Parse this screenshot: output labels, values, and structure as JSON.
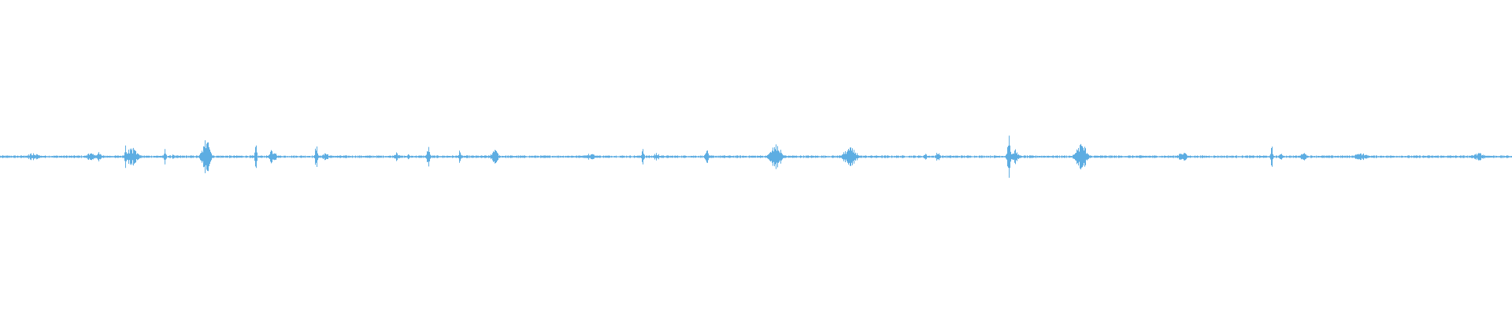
{
  "waveform": {
    "color": "#5dade2",
    "background": "#ffffff",
    "bursts": [
      {
        "t": 0.022,
        "w": 0.012,
        "a": 0.012
      },
      {
        "t": 0.06,
        "w": 0.008,
        "a": 0.014
      },
      {
        "t": 0.065,
        "w": 0.004,
        "a": 0.02
      },
      {
        "t": 0.083,
        "w": 0.002,
        "a": 0.045
      },
      {
        "t": 0.087,
        "w": 0.01,
        "a": 0.03
      },
      {
        "t": 0.109,
        "w": 0.002,
        "a": 0.03
      },
      {
        "t": 0.114,
        "w": 0.002,
        "a": 0.012
      },
      {
        "t": 0.136,
        "w": 0.007,
        "a": 0.06
      },
      {
        "t": 0.169,
        "w": 0.002,
        "a": 0.04
      },
      {
        "t": 0.18,
        "w": 0.006,
        "a": 0.025
      },
      {
        "t": 0.209,
        "w": 0.002,
        "a": 0.05
      },
      {
        "t": 0.215,
        "w": 0.006,
        "a": 0.012
      },
      {
        "t": 0.262,
        "w": 0.004,
        "a": 0.015
      },
      {
        "t": 0.27,
        "w": 0.002,
        "a": 0.01
      },
      {
        "t": 0.283,
        "w": 0.003,
        "a": 0.035
      },
      {
        "t": 0.304,
        "w": 0.002,
        "a": 0.025
      },
      {
        "t": 0.327,
        "w": 0.006,
        "a": 0.025
      },
      {
        "t": 0.39,
        "w": 0.012,
        "a": 0.01
      },
      {
        "t": 0.425,
        "w": 0.002,
        "a": 0.035
      },
      {
        "t": 0.434,
        "w": 0.006,
        "a": 0.012
      },
      {
        "t": 0.467,
        "w": 0.003,
        "a": 0.03
      },
      {
        "t": 0.513,
        "w": 0.01,
        "a": 0.04
      },
      {
        "t": 0.562,
        "w": 0.012,
        "a": 0.03
      },
      {
        "t": 0.612,
        "w": 0.003,
        "a": 0.012
      },
      {
        "t": 0.62,
        "w": 0.003,
        "a": 0.02
      },
      {
        "t": 0.667,
        "w": 0.003,
        "a": 0.07
      },
      {
        "t": 0.671,
        "w": 0.006,
        "a": 0.025
      },
      {
        "t": 0.715,
        "w": 0.01,
        "a": 0.045
      },
      {
        "t": 0.782,
        "w": 0.008,
        "a": 0.015
      },
      {
        "t": 0.841,
        "w": 0.002,
        "a": 0.035
      },
      {
        "t": 0.847,
        "w": 0.004,
        "a": 0.012
      },
      {
        "t": 0.9,
        "w": 0.012,
        "a": 0.012
      },
      {
        "t": 0.862,
        "w": 0.006,
        "a": 0.015
      },
      {
        "t": 0.978,
        "w": 0.012,
        "a": 0.012
      }
    ],
    "noise_floor": 0.003
  }
}
